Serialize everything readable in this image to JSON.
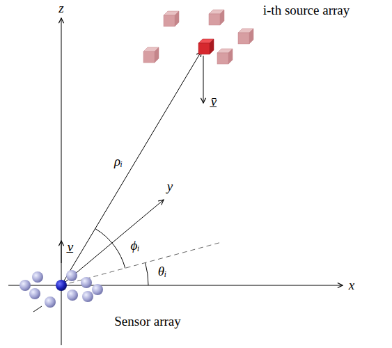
{
  "diagram": {
    "labels": [
      "i-th source array",
      "z",
      "y",
      "ρᵢ",
      "ϕᵢ",
      "θᵢ",
      "x",
      "v̲",
      "v̲̄",
      "Sensor array"
    ]
  }
}
